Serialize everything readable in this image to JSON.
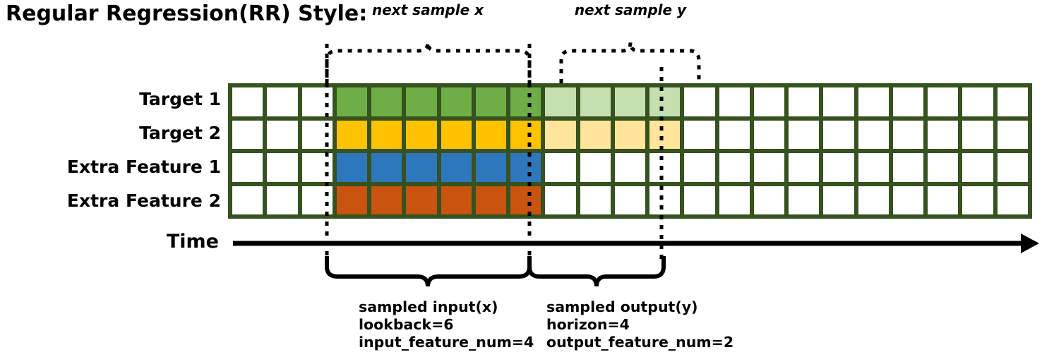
{
  "title": "Regular Regression(RR) Style:",
  "rows": [
    {
      "label": "Target 1",
      "color": "#6FAE46",
      "light": "#C5DFB0",
      "has_output": true
    },
    {
      "label": "Target 2",
      "color": "#FFC200",
      "light": "#FFE49B",
      "has_output": true
    },
    {
      "label": "Extra Feature 1",
      "color": "#2E77BC",
      "light": "",
      "has_output": false
    },
    {
      "label": "Extra Feature 2",
      "color": "#C8540F",
      "light": "",
      "has_output": false
    }
  ],
  "axis": {
    "label": "Time"
  },
  "grid": {
    "columns": 23,
    "input_start_col": 3,
    "input_len": 6,
    "output_start_col": 9,
    "output_len": 4,
    "border_color": "#35521F",
    "empty_color": "#FFFFFF"
  },
  "top_annotations": [
    {
      "text": "next sample x"
    },
    {
      "text": "next sample y"
    }
  ],
  "bottom_captions": [
    {
      "line1": "sampled input(x)",
      "line2": "lookback=6",
      "line3": "input_feature_num=4"
    },
    {
      "line1": "sampled output(y)",
      "line2": "horizon=4",
      "line3": "output_feature_num=2"
    }
  ]
}
